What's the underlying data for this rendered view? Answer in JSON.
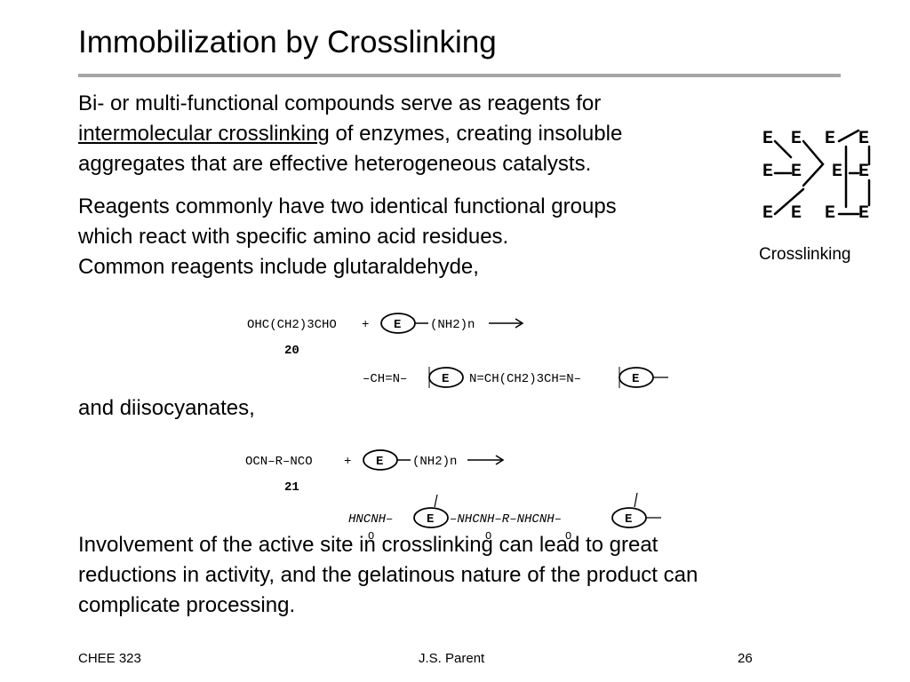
{
  "slide": {
    "title": "Immobilization by Crosslinking",
    "para1": {
      "line1": "Bi- or multi-functional compounds serve as reagents for",
      "line2_underlined": "intermolecular crosslinking",
      "line2_rest": " of enzymes, creating insoluble",
      "line3": "aggregates that are effective heterogeneous catalysts."
    },
    "para2": {
      "line1": "Reagents commonly have two identical functional groups",
      "line2": "which react with specific amino acid residues.",
      "line3": "Common reagents include glutaraldehyde,"
    },
    "para3": "and diisocyanates,",
    "para4": {
      "line1": "Involvement of the active site in crosslinking can lead to great",
      "line2": "reductions in activity, and the gelatinous nature of the product can",
      "line3": "complicate processing."
    }
  },
  "figure": {
    "enzyme_letter": "E",
    "caption": "Crosslinking"
  },
  "scheme1": {
    "reagent": "OHC(CH2)3CHO",
    "plus": "+",
    "amine": "(NH2)n",
    "number": "20",
    "product_start": "–CH=N–",
    "product_mid": "N=CH(CH2)3CH=N–"
  },
  "scheme2": {
    "reagent": "OCN–R–NCO",
    "plus": "+",
    "amine": "(NH2)n",
    "number": "21",
    "product_start": "HNCNH–",
    "product_mid": "–NHCNH–R–NHCNH–",
    "carbonyl": "O"
  },
  "footer": {
    "course": "CHEE 323",
    "author": "J.S. Parent",
    "page": "26"
  }
}
